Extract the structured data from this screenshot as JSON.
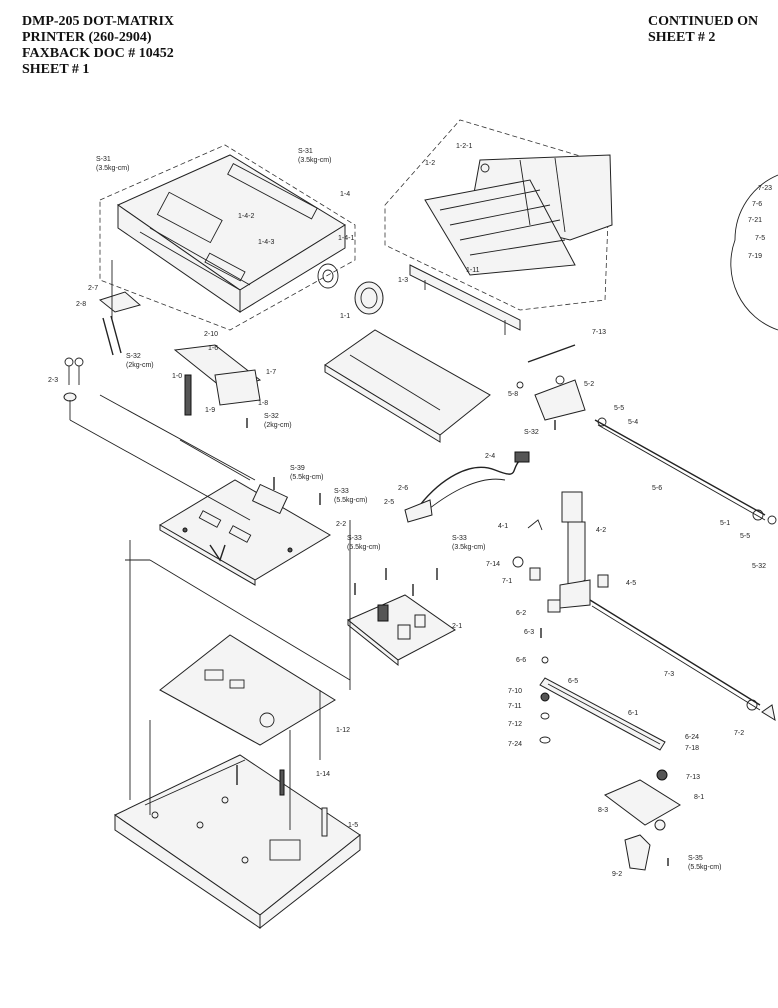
{
  "header_left": {
    "line1": "DMP-205  DOT-MATRIX",
    "line2": "PRINTER   (260-2904)",
    "line3": "FAXBACK DOC # 10452",
    "line4": "SHEET # 1"
  },
  "header_right": {
    "line1": "CONTINUED ON",
    "line2": "SHEET # 2"
  },
  "callouts": {
    "s31a": "S-31",
    "s31a_t": "(3.5kg-cm)",
    "s31b": "S-31",
    "s31b_t": "(3.5kg-cm)",
    "p12": "1-2",
    "p121": "1-2-1",
    "p14": "1-4",
    "p142": "1-4-2",
    "p143": "1-4-3",
    "p141": "1-4-1",
    "p13": "1-3",
    "p111": "1-11",
    "p11": "1-1",
    "p27": "2-7",
    "p28": "2-8",
    "s32a": "S-32",
    "s32a_t": "(2kg-cm)",
    "p210": "2-10",
    "p16": "1-6",
    "p17": "1-7",
    "p10": "1-0",
    "p19": "1-9",
    "p18": "1-8",
    "s32b": "S-32",
    "s32b_t": "(2kg-cm)",
    "p23": "2-3",
    "p713": "7-13",
    "p58": "5-8",
    "p52": "5-2",
    "s32c": "S-32",
    "p55": "5-5",
    "p54": "5-4",
    "p56": "5-6",
    "p51": "5-1",
    "p55b": "5-5",
    "s39": "S-39",
    "s39_t": "(5.5kg-cm)",
    "s33a": "S-33",
    "s33a_t": "(5.5kg-cm)",
    "p22": "2-2",
    "p26": "2-6",
    "p24": "2-4",
    "p25": "2-5",
    "s33b": "S-33",
    "s33b_t": "(5.5kg-cm)",
    "s33c": "S-33",
    "s33c_t": "(3.5kg-cm)",
    "p21": "2-1",
    "p41": "4-1",
    "p42": "4-2",
    "p714": "7-14",
    "p71": "7-1",
    "p45": "4-5",
    "p62": "6-2",
    "p63": "6-3",
    "p66": "6-6",
    "p65": "6-5",
    "p73": "7-3",
    "p710": "7-10",
    "p711": "7-11",
    "p712": "7-12",
    "p724": "7-24",
    "p61": "6-1",
    "p624": "6-24",
    "p718": "7-18",
    "p72": "7-2",
    "p113": "7-13",
    "p81": "8-1",
    "p83": "8-3",
    "p92": "9-2",
    "s35": "S-35",
    "s35_t": "(5.5kg-cm)",
    "p112": "1-12",
    "p114": "1-14",
    "p15": "1-5",
    "r723": "7-23",
    "r76": "7-6",
    "r721": "7-21",
    "r75": "7-5",
    "r719": "7-19",
    "p532": "5-32"
  }
}
